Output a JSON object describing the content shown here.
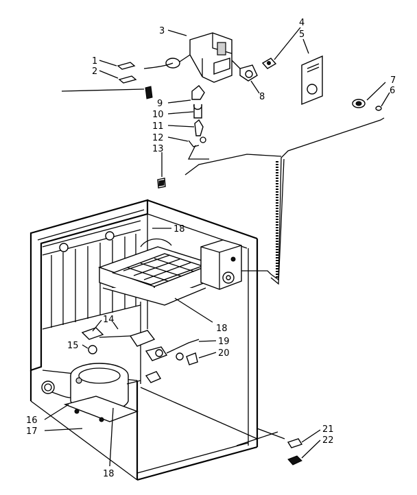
{
  "callouts": [
    {
      "id": "c1",
      "text": "1"
    },
    {
      "id": "c2",
      "text": "2"
    },
    {
      "id": "c3",
      "text": "3"
    },
    {
      "id": "c4",
      "text": "4"
    },
    {
      "id": "c5",
      "text": "5"
    },
    {
      "id": "c6",
      "text": "6"
    },
    {
      "id": "c7",
      "text": "7"
    },
    {
      "id": "c8",
      "text": "8"
    },
    {
      "id": "c9",
      "text": "9"
    },
    {
      "id": "c10",
      "text": "10"
    },
    {
      "id": "c11",
      "text": "11"
    },
    {
      "id": "c12",
      "text": "12"
    },
    {
      "id": "c13",
      "text": "13"
    },
    {
      "id": "c14",
      "text": "14"
    },
    {
      "id": "c15",
      "text": "15"
    },
    {
      "id": "c16",
      "text": "16"
    },
    {
      "id": "c17",
      "text": "17"
    },
    {
      "id": "c18a",
      "text": "18"
    },
    {
      "id": "c18b",
      "text": "18"
    },
    {
      "id": "c18c",
      "text": "18"
    },
    {
      "id": "c19",
      "text": "19"
    },
    {
      "id": "c20",
      "text": "20"
    },
    {
      "id": "c21",
      "text": "21"
    },
    {
      "id": "c22",
      "text": "22"
    }
  ]
}
